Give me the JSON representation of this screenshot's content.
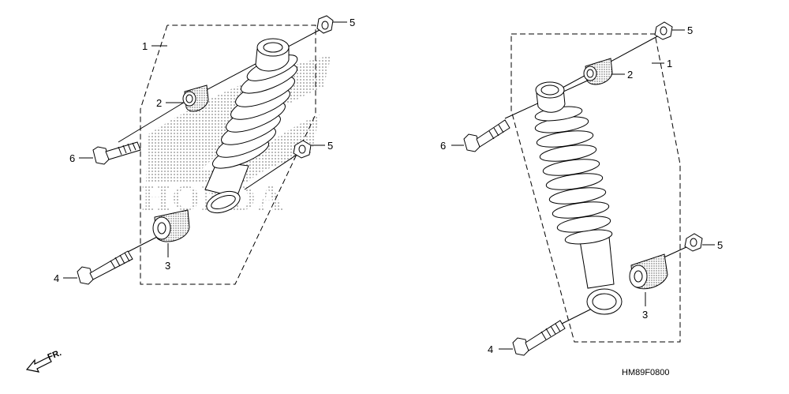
{
  "figure_code": "HM89F0800",
  "direction_label": "FR.",
  "watermark_text": "HONDA",
  "colors": {
    "line": "#000000",
    "dots": "#8a8a8a",
    "background": "#ffffff"
  },
  "left_assembly": {
    "callouts": [
      "1",
      "2",
      "5",
      "6",
      "5",
      "4",
      "3"
    ]
  },
  "right_assembly": {
    "callouts": [
      "5",
      "2",
      "1",
      "6",
      "5",
      "3",
      "4"
    ]
  }
}
